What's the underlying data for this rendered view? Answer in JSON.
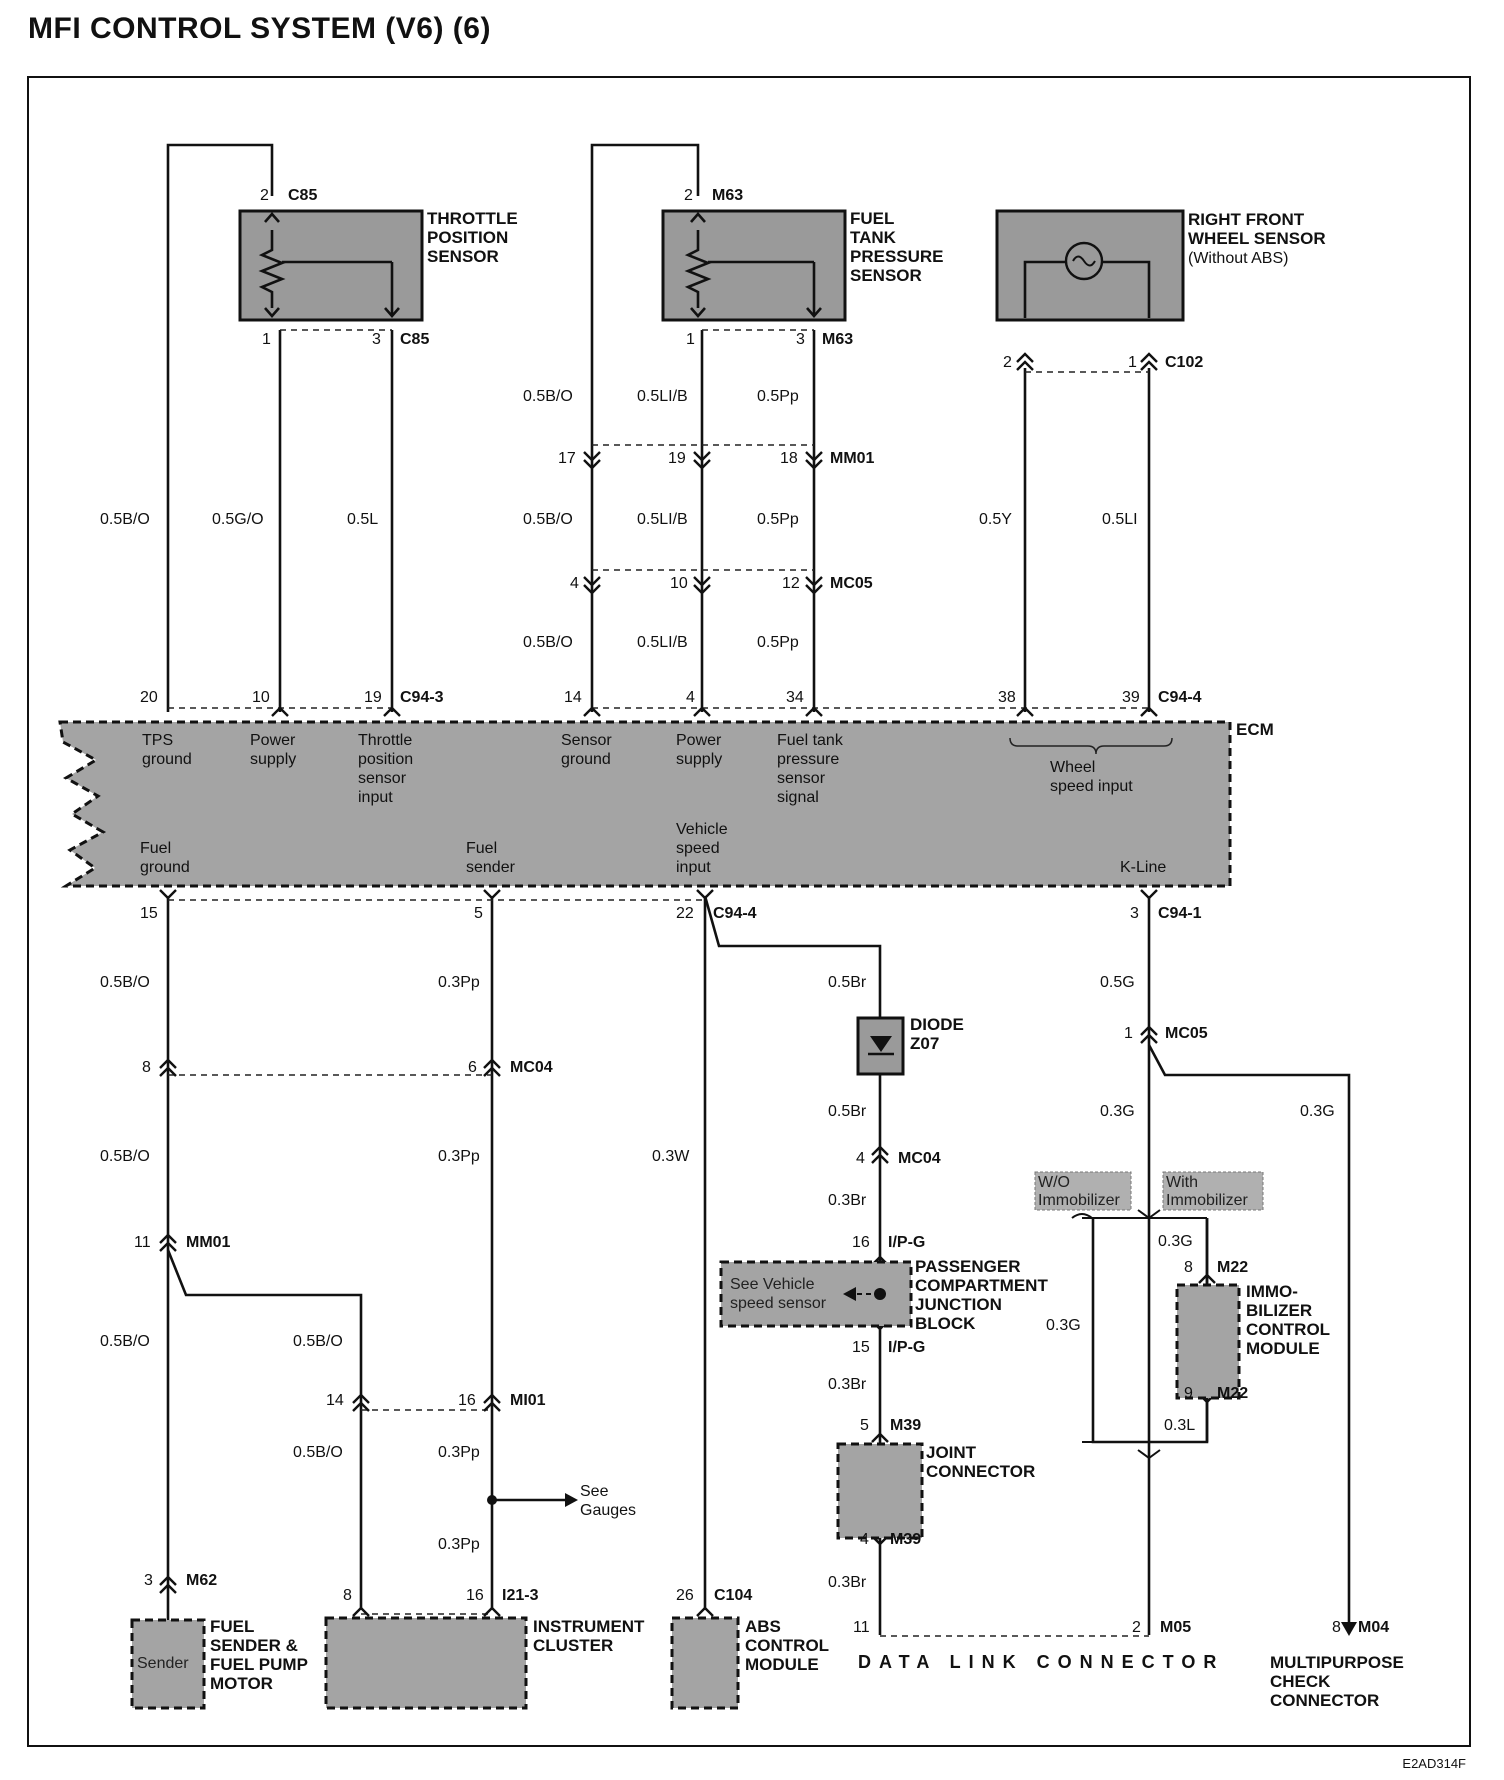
{
  "title": "MFI CONTROL SYSTEM (V6) (6)",
  "code": "E2AD314F",
  "components": {
    "tps": [
      "THROTTLE",
      "POSITION",
      "SENSOR"
    ],
    "ftps": [
      "FUEL",
      "TANK",
      "PRESSURE",
      "SENSOR"
    ],
    "rfws": [
      "RIGHT FRONT",
      "WHEEL SENSOR"
    ],
    "rfws_sub": "(Without ABS)",
    "ecm": "ECM",
    "diode": [
      "DIODE",
      "Z07"
    ],
    "pcjb": [
      "PASSENGER",
      "COMPARTMENT",
      "JUNCTION",
      "BLOCK"
    ],
    "pcjb_inner": [
      "See Vehicle",
      "speed sensor"
    ],
    "immo": [
      "IMMO-",
      "BILIZER",
      "CONTROL",
      "MODULE"
    ],
    "joint": [
      "JOINT",
      "CONNECTOR"
    ],
    "fuel_sender": [
      "FUEL",
      "SENDER &",
      "FUEL PUMP",
      "MOTOR"
    ],
    "fuel_sender_inner": "Sender",
    "instrument": [
      "INSTRUMENT",
      "CLUSTER"
    ],
    "abs": [
      "ABS",
      "CONTROL",
      "MODULE"
    ],
    "dlc": "DATA LINK CONNECTOR",
    "mpc": [
      "MULTIPURPOSE",
      "CHECK",
      "CONNECTOR"
    ],
    "see_gauges": [
      "See",
      "Gauges"
    ]
  },
  "ecm_labels": {
    "tps_ground": [
      "TPS",
      "ground"
    ],
    "power1": [
      "Power",
      "supply"
    ],
    "tps_input": [
      "Throttle",
      "position",
      "sensor",
      "input"
    ],
    "sensor_ground": [
      "Sensor",
      "ground"
    ],
    "power2": [
      "Power",
      "supply"
    ],
    "ftp_signal": [
      "Fuel tank",
      "pressure",
      "sensor",
      "signal"
    ],
    "wheel_speed": [
      "Wheel",
      "speed input"
    ],
    "fuel_ground": [
      "Fuel",
      "ground"
    ],
    "fuel_sender": [
      "Fuel",
      "sender"
    ],
    "vehicle_speed": [
      "Vehicle",
      "speed",
      "input"
    ],
    "kline": "K-Line"
  },
  "options": {
    "wo_immo": [
      "W/O",
      "Immobilizer"
    ],
    "with_immo": [
      "With",
      "Immobilizer"
    ]
  },
  "connectors": {
    "c85": "C85",
    "m63": "M63",
    "c102": "C102",
    "mm01": "MM01",
    "mc05": "MC05",
    "c94_3": "C94-3",
    "c94_4": "C94-4",
    "c94_1": "C94-1",
    "mc04": "MC04",
    "ipg": "I/P-G",
    "m22": "M22",
    "m39": "M39",
    "mi01": "MI01",
    "m62": "M62",
    "i21_3": "I21-3",
    "c104": "C104",
    "m05": "M05",
    "m04": "M04"
  },
  "wires": {
    "b_o_05": "0.5B/O",
    "g_o_05": "0.5G/O",
    "l_05": "0.5L",
    "li_b_05": "0.5LI/B",
    "pp_05": "0.5Pp",
    "y_05": "0.5Y",
    "li_05": "0.5LI",
    "pp_03": "0.3Pp",
    "br_05": "0.5Br",
    "g_05": "0.5G",
    "g_03": "0.3G",
    "w_03": "0.3W",
    "br_03": "0.3Br",
    "l_03": "0.3L"
  },
  "pins": {
    "p1": "1",
    "p2": "2",
    "p3": "3",
    "p4": "4",
    "p5": "5",
    "p6": "6",
    "p8": "8",
    "p9": "9",
    "p10": "10",
    "p11": "11",
    "p12": "12",
    "p14": "14",
    "p15": "15",
    "p16": "16",
    "p17": "17",
    "p18": "18",
    "p19": "19",
    "p20": "20",
    "p22": "22",
    "p26": "26",
    "p34": "34",
    "p38": "38",
    "p39": "39"
  }
}
